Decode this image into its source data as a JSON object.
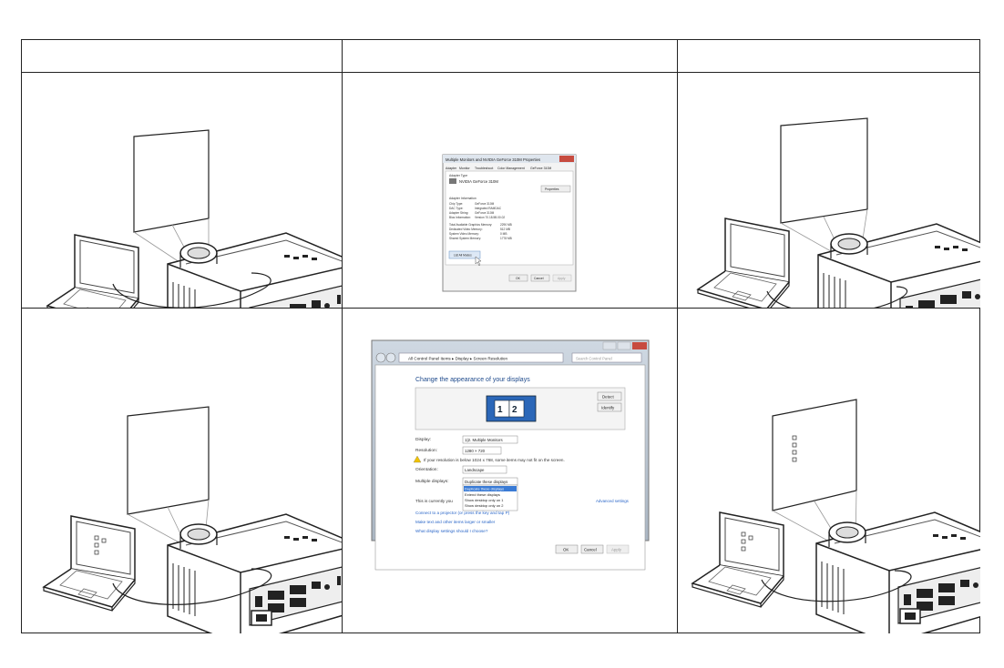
{
  "adapter_dialog": {
    "title": "Multiple Monitors and NVIDIA GeForce 310M  Properties",
    "tabs": [
      "Adapter",
      "Monitor",
      "Troubleshoot",
      "Color Management",
      "GeForce 310M"
    ],
    "adapter_type_label": "Adapter Type",
    "adapter_name": "NVIDIA GeForce 310M",
    "properties_button": "Properties",
    "info_header": "Adapter Information",
    "info_rows": [
      {
        "label": "Chip Type:",
        "value": "GeForce 310M"
      },
      {
        "label": "DAC Type:",
        "value": "Integrated RAMDAC"
      },
      {
        "label": "Adapter String:",
        "value": "GeForce 310M"
      },
      {
        "label": "Bios Information:",
        "value": "Version 70.18.5B.00.02"
      }
    ],
    "memory_rows": [
      {
        "label": "Total Available Graphics Memory:",
        "value": "2290 MB"
      },
      {
        "label": "Dedicated Video Memory:",
        "value": "512 MB"
      },
      {
        "label": "System Video Memory:",
        "value": "0 MB"
      },
      {
        "label": "Shared System Memory:",
        "value": "1778 MB"
      }
    ],
    "list_modes_button": "List All Modes",
    "ok": "OK",
    "cancel": "Cancel",
    "apply": "Apply"
  },
  "screen_resolution": {
    "address": "All Control Panel Items ▸ Display ▸ Screen Resolution",
    "search_placeholder": "Search Control Panel",
    "heading": "Change the appearance of your displays",
    "detect": "Detect",
    "identify": "Identify",
    "display_label": "Display:",
    "display_value": "1|2. Multiple Monitors",
    "resolution_label": "Resolution:",
    "resolution_value": "1280 × 720",
    "warning": "If your resolution is below 1024 x 768, some items may not fit on the screen.",
    "orientation_label": "Orientation:",
    "orientation_value": "Landscape",
    "multiple_label": "Multiple displays:",
    "multiple_value": "Duplicate these displays",
    "dropdown_options": [
      "Duplicate these displays",
      "Extend these displays",
      "Show desktop only on 1",
      "Show desktop only on 2"
    ],
    "currently_text": "This is currently you",
    "advanced": "Advanced settings",
    "connect_link": "Connect to a projector (or press the  key and tap P)",
    "text_link": "Make text and other items larger or smaller",
    "settings_link": "What display settings should I choose?",
    "ok": "OK",
    "cancel": "Cancel",
    "apply": "Apply"
  }
}
